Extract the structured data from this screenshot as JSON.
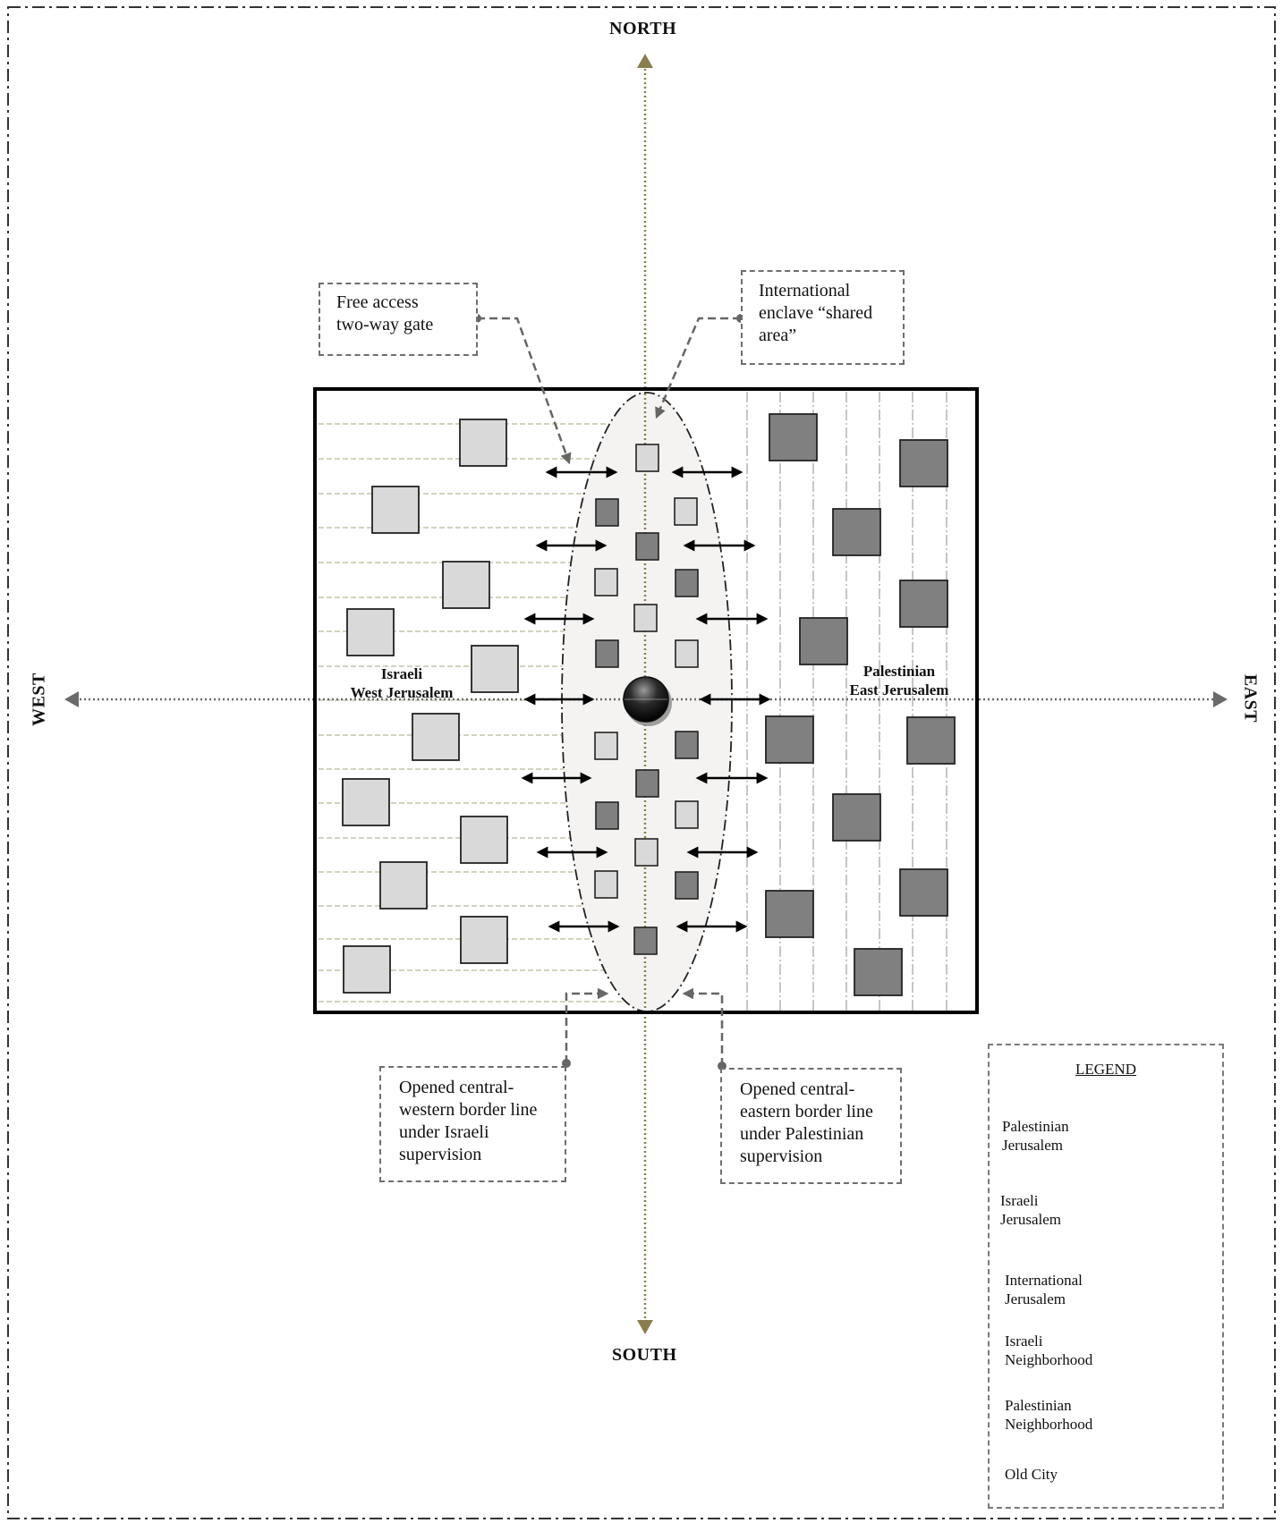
{
  "compass": {
    "north": "NORTH",
    "south": "SOUTH",
    "east": "EAST",
    "west": "WEST"
  },
  "callouts": {
    "gate": [
      "Free access",
      "two-way gate"
    ],
    "enclave": [
      "International",
      "enclave “shared",
      "area”"
    ],
    "western_border": [
      "Opened central-",
      "western border line",
      "under Israeli",
      "supervision"
    ],
    "eastern_border": [
      "Opened central-",
      "eastern border line",
      "under Palestinian",
      "supervision"
    ]
  },
  "regions": {
    "west": [
      "Israeli",
      "West Jerusalem"
    ],
    "east": [
      "Palestinian",
      "East Jerusalem"
    ]
  },
  "legend": {
    "title": "LEGEND",
    "items": [
      {
        "key": "palestinian_jerusalem",
        "label": [
          "Palestinian",
          "Jerusalem"
        ]
      },
      {
        "key": "israeli_jerusalem",
        "label": [
          "Israeli",
          "Jerusalem"
        ]
      },
      {
        "key": "international_jerusalem",
        "label": [
          "International",
          "Jerusalem"
        ]
      },
      {
        "key": "israeli_neighborhood",
        "label": [
          "Israeli",
          "Neighborhood"
        ]
      },
      {
        "key": "palestinian_neighborhood",
        "label": [
          "Palestinian",
          "Neighborhood"
        ]
      },
      {
        "key": "old_city",
        "label": [
          "Old City"
        ]
      }
    ]
  },
  "colors": {
    "israeli_neighborhood": "#d9d9d9",
    "palestinian_neighborhood": "#808080",
    "international_area": "#f4f3f1",
    "axis_north_south": "#8a7e4e",
    "axis_east_west": "#6a6a6a",
    "israeli_hatch": "#a9a47c",
    "palestinian_hatch": "#8c8c8c"
  }
}
